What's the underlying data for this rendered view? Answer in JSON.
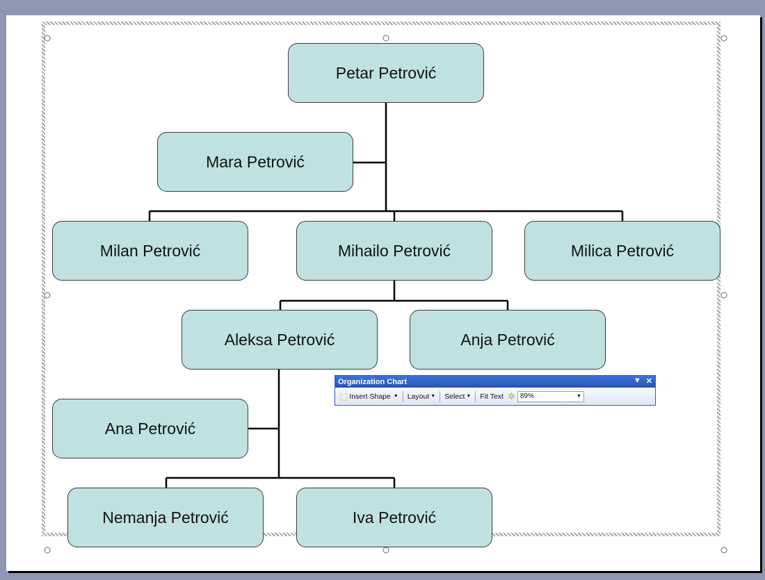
{
  "org_chart": {
    "nodes": {
      "petar": "Petar Petrović",
      "mara": "Mara Petrović",
      "milan": "Milan Petrović",
      "mihailo": "Mihailo Petrović",
      "milica": "Milica Petrović",
      "aleksa": "Aleksa Petrović",
      "anja": "Anja Petrović",
      "ana": "Ana Petrović",
      "nemanja": "Nemanja Petrović",
      "iva": "Iva Petrović"
    },
    "box_fill": "#bfe1e1"
  },
  "toolbar": {
    "title": "Organization Chart",
    "insert_shape": "Insert Shape",
    "layout": "Layout",
    "select": "Select",
    "fit_text": "Fit Text",
    "zoom": "89%"
  },
  "icons": [
    "insert-shape-icon",
    "autoformat-icon",
    "dropdown-arrow-icon",
    "close-icon"
  ]
}
